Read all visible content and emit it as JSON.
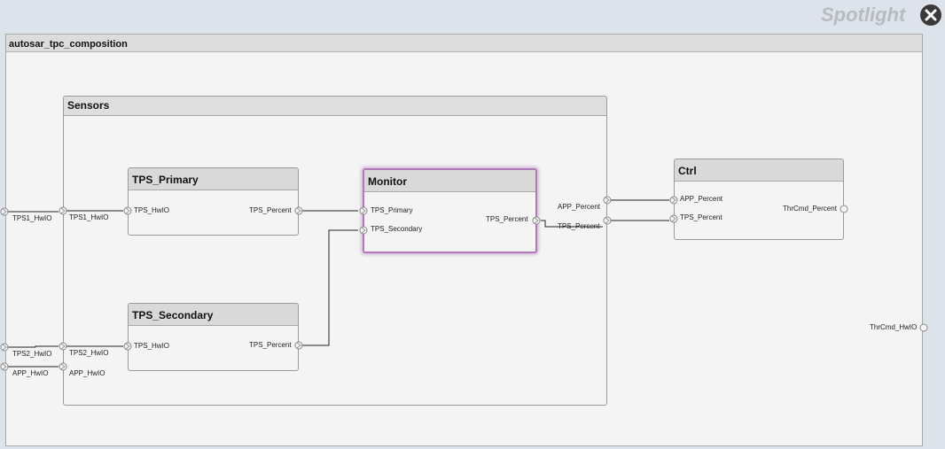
{
  "spotlight": {
    "title": "Spotlight"
  },
  "composition": {
    "title": "autosar_tpc_composition",
    "inports": [
      "TPS1_HwIO",
      "TPS2_HwIO",
      "APP_HwIO"
    ],
    "outports": [
      "ThrCmd_HwIO"
    ]
  },
  "sensors": {
    "title": "Sensors",
    "inports": [
      "TPS1_HwIO",
      "TPS2_HwIO",
      "APP_HwIO"
    ],
    "outports": [
      "APP_Percent",
      "TPS_Percent"
    ]
  },
  "tps_primary": {
    "title": "TPS_Primary",
    "inport": "TPS_HwIO",
    "outport": "TPS_Percent"
  },
  "tps_secondary": {
    "title": "TPS_Secondary",
    "inport": "TPS_HwIO",
    "outport": "TPS_Percent"
  },
  "monitor": {
    "title": "Monitor",
    "inports": [
      "TPS_Primary",
      "TPS_Secondary"
    ],
    "outport": "TPS_Percent"
  },
  "ctrl": {
    "title": "Ctrl",
    "inports": [
      "APP_Percent",
      "TPS_Percent"
    ],
    "outport": "ThrCmd_Percent"
  },
  "colors": {
    "highlight": "#b07ab7",
    "block_header": "#d9d9d9",
    "canvas": "#f4f4f4",
    "background": "#dde3ea"
  }
}
